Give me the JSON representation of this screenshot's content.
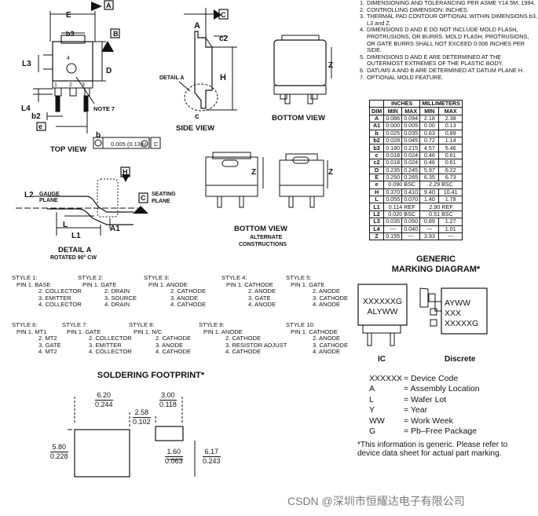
{
  "notes": [
    {
      "num": "1.",
      "text": "DIMENSIONING AND TOLERANCING PER ASME Y14.5M, 1994."
    },
    {
      "num": "2.",
      "text": "CONTROLLING DIMENSION: INCHES."
    },
    {
      "num": "3.",
      "text": "THERMAL PAD CONTOUR OPTIONAL WITHIN DIMENSIONS b3, L3 and Z."
    },
    {
      "num": "4.",
      "text": "DIMENSIONS D AND E DO NOT INCLUDE MOLD FLASH, PROTRUSIONS, OR BURRS. MOLD FLASH, PROTRUSIONS, OR GATE BURRS SHALL NOT EXCEED 0.006 INCHES PER SIDE."
    },
    {
      "num": "5.",
      "text": "DIMENSIONS D AND E ARE DETERMINED AT THE OUTERMOST EXTREMES OF THE PLASTIC BODY."
    },
    {
      "num": "6.",
      "text": "DATUMS A AND B ARE DETERMINED AT DATUM PLANE H."
    },
    {
      "num": "7.",
      "text": "OPTIONAL MOLD FEATURE."
    }
  ],
  "dim_table": {
    "group_inches": "INCHES",
    "group_mm": "MILLIMETERS",
    "col_dim": "DIM",
    "col_min": "MIN",
    "col_max": "MAX",
    "rows": [
      [
        "A",
        "0.086",
        "0.094",
        "2.18",
        "2.38"
      ],
      [
        "A1",
        "0.000",
        "0.005",
        "0.00",
        "0.13"
      ],
      [
        "b",
        "0.025",
        "0.035",
        "0.63",
        "0.89"
      ],
      [
        "b2",
        "0.028",
        "0.045",
        "0.72",
        "1.14"
      ],
      [
        "b3",
        "0.180",
        "0.215",
        "4.57",
        "5.46"
      ],
      [
        "c",
        "0.018",
        "0.024",
        "0.46",
        "0.61"
      ],
      [
        "c2",
        "0.018",
        "0.024",
        "0.46",
        "0.61"
      ],
      [
        "D",
        "0.235",
        "0.245",
        "5.97",
        "6.22"
      ],
      [
        "E",
        "0.250",
        "0.265",
        "6.35",
        "6.73"
      ],
      [
        "e",
        "0.090 BSC",
        "",
        "2.29 BSC",
        ""
      ],
      [
        "H",
        "0.370",
        "0.410",
        "9.40",
        "10.41"
      ],
      [
        "L",
        "0.055",
        "0.070",
        "1.40",
        "1.78"
      ],
      [
        "L1",
        "0.114 REF",
        "",
        "2.90 REF",
        ""
      ],
      [
        "L2",
        "0.020 BSC",
        "",
        "0.51 BSC",
        ""
      ],
      [
        "L3",
        "0.035",
        "0.050",
        "0.89",
        "1.27"
      ],
      [
        "L4",
        "---",
        "0.040",
        "---",
        "1.01"
      ],
      [
        "Z",
        "0.155",
        "---",
        "3.93",
        "---"
      ]
    ]
  },
  "views": {
    "top_view": "TOP VIEW",
    "side_view": "SIDE VIEW",
    "bottom_view": "BOTTOM VIEW",
    "bottom_view_alt": "BOTTOM VIEW",
    "alternate": "ALTERNATE",
    "constructions": "CONSTRUCTIONS",
    "detail_a": "DETAIL A",
    "rotated": "ROTATED 90° CW",
    "detail_a_small": "DETAIL A",
    "note7": "NOTE 7",
    "gauge": "GAUGE",
    "plane": "PLANE",
    "seating": "SEATING",
    "plane2": "PLANE",
    "tolerance": "0.005 (0.13)",
    "tol_m": "M",
    "tol_c": "C"
  },
  "dim_labels": {
    "E": "E",
    "b3": "b3",
    "L3": "L3",
    "D": "D",
    "L4": "L4",
    "b2": "b2",
    "e": "e",
    "b": "b",
    "A": "A",
    "c2": "c2",
    "H": "H",
    "c": "c",
    "Z": "Z",
    "L2": "L2",
    "L": "L",
    "L1": "L1",
    "A1": "A1",
    "datum_A": "A",
    "datum_B": "B",
    "datum_C": "C",
    "datum_H": "H",
    "pin1": "1",
    "pin2": "2",
    "pin3": "3",
    "pin4": "4"
  },
  "styles": [
    {
      "title": "STYLE 1:",
      "pins": [
        "PIN 1. BASE",
        "2. COLLECTOR",
        "3. EMITTER",
        "4. COLLECTOR"
      ]
    },
    {
      "title": "STYLE 2:",
      "pins": [
        "PIN 1. GATE",
        "2. DRAIN",
        "3. SOURCE",
        "4. DRAIN"
      ]
    },
    {
      "title": "STYLE 3:",
      "pins": [
        "PIN 1. ANODE",
        "2. CATHODE",
        "3. ANODE",
        "4. CATHODE"
      ]
    },
    {
      "title": "STYLE 4:",
      "pins": [
        "PIN 1. CATHODE",
        "2. ANODE",
        "3. GATE",
        "4. ANODE"
      ]
    },
    {
      "title": "STYLE 5:",
      "pins": [
        "PIN 1. GATE",
        "2. ANODE",
        "3. CATHODE",
        "4. ANODE"
      ]
    },
    {
      "title": "STYLE 6:",
      "pins": [
        "PIN 1. MT1",
        "2. MT2",
        "3. GATE",
        "4. MT2"
      ]
    },
    {
      "title": "STYLE 7:",
      "pins": [
        "PIN 1. GATE",
        "2. COLLECTOR",
        "3. EMITTER",
        "4. COLLECTOR"
      ]
    },
    {
      "title": "STYLE 8:",
      "pins": [
        "PIN 1. N/C",
        "2. CATHODE",
        "3. ANODE",
        "4. CATHODE"
      ]
    },
    {
      "title": "STYLE 9:",
      "pins": [
        "PIN 1. ANODE",
        "2. CATHODE",
        "3. RESISTOR ADJUST",
        "4. CATHODE"
      ]
    },
    {
      "title": "STYLE 10:",
      "pins": [
        "PIN 1. CATHODE",
        "2. ANODE",
        "3. CATHODE",
        "4. ANODE"
      ]
    }
  ],
  "marking": {
    "title1": "GENERIC",
    "title2": "MARKING DIAGRAM*",
    "ic_line1": "XXXXXXG",
    "ic_line2": "ALYWW",
    "ic_label": "IC",
    "disc_line1": "AYWW",
    "disc_line2": "XXX",
    "disc_line3": "XXXXXG",
    "disc_label": "Discrete",
    "legend": [
      [
        "XXXXXX",
        "= Device Code"
      ],
      [
        "A",
        "= Assembly Location"
      ],
      [
        "L",
        "= Wafer Lot"
      ],
      [
        "Y",
        "=  Year"
      ],
      [
        "WW",
        "= Work Week"
      ],
      [
        "G",
        "= Pb–Free Package"
      ]
    ],
    "footnote": "*This information is generic. Please refer to device data sheet for actual part marking."
  },
  "footprint": {
    "title": "SOLDERING FOOTPRINT*",
    "d1_mm": "6.20",
    "d1_in": "0.244",
    "d2_mm": "3.00",
    "d2_in": "0.118",
    "d3_mm": "2.58",
    "d3_in": "0.102",
    "d4_mm": "5.80",
    "d4_in": "0.228",
    "d5_mm": "1.60",
    "d5_in": "0.063",
    "d6_mm": "6.17",
    "d6_in": "0.243"
  },
  "watermark": "CSDN @深圳市恒耀达电子有限公司"
}
